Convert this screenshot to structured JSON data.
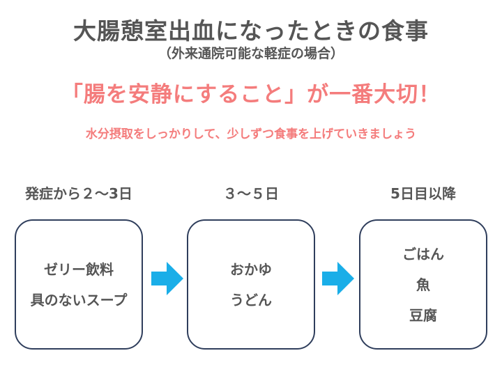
{
  "title": "大腸憩室出血になったときの食事",
  "subtitle": "（外来通院可能な軽症の場合）",
  "headline": "「腸を安静にすること」が一番大切！",
  "note": "水分摂取をしっかりして、少しずつ食事を上げていきましょう",
  "stages": [
    {
      "label": "発症から２〜3日",
      "foods": [
        "ゼリー飲料",
        "具のないスープ"
      ]
    },
    {
      "label": "３〜５日",
      "foods": [
        "おかゆ",
        "うどん"
      ]
    },
    {
      "label": "5日目以降",
      "foods": [
        "ごはん",
        "魚",
        "豆腐"
      ]
    }
  ],
  "colors": {
    "title_text": "#555555",
    "accent_text": "#f47c7c",
    "box_border": "#2f3e5c",
    "arrow": "#1aaee8"
  },
  "icons": {
    "arrow": "right-arrow-icon"
  }
}
